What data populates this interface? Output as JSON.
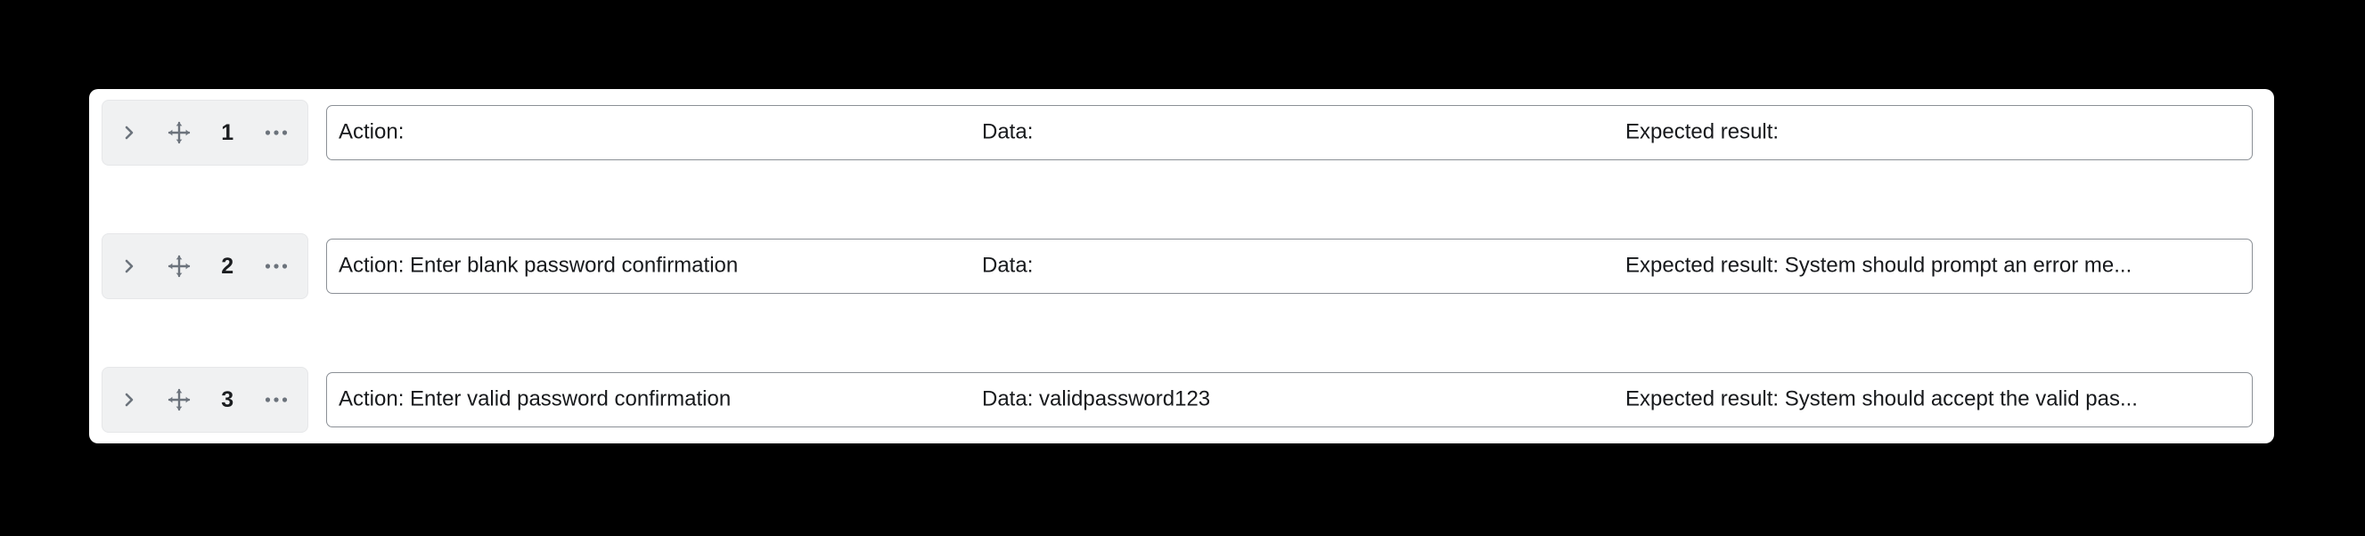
{
  "card": {
    "background_color": "#ffffff",
    "page_background_color": "#000000"
  },
  "columns": {
    "action_label": "Action:",
    "data_label": "Data:",
    "expected_label": "Expected result:"
  },
  "icons": {
    "expand": "chevron-right-icon",
    "drag": "move-handle-icon",
    "more": "ellipsis-icon"
  },
  "rows": [
    {
      "number": "1",
      "action": "Action:",
      "data": "Data:",
      "expected": "Expected result:"
    },
    {
      "number": "2",
      "action": "Action: Enter blank password confirmation",
      "data": "Data:",
      "expected": "Expected result: System should prompt an error me..."
    },
    {
      "number": "3",
      "action": "Action: Enter valid password confirmation",
      "data": "Data: validpassword123",
      "expected": "Expected result: System should accept the valid pas..."
    }
  ]
}
